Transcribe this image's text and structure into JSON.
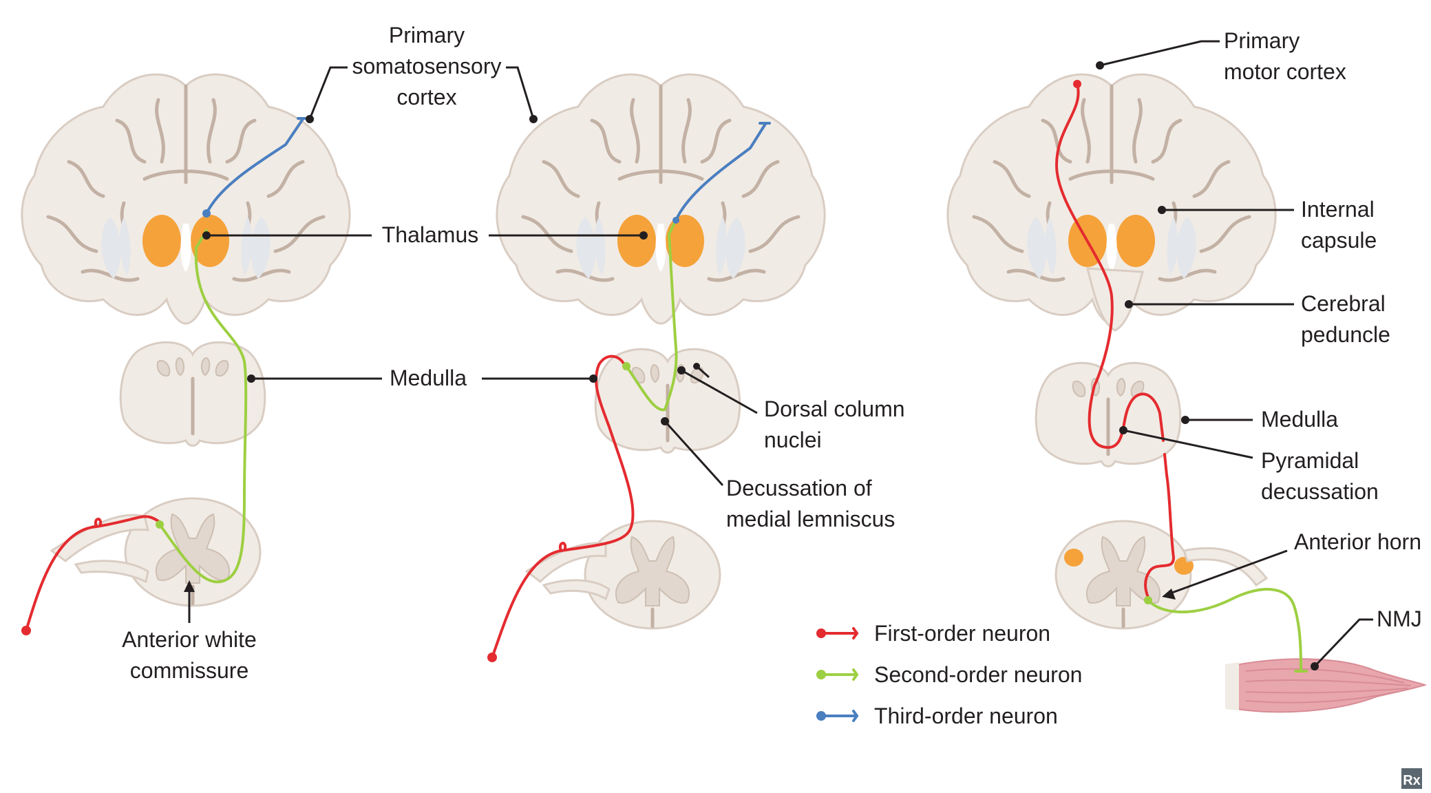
{
  "colors": {
    "first_order": "#e42b2f",
    "second_order": "#9dcf42",
    "third_order": "#4a7fc0",
    "thalamus": "#f5a23a",
    "tissue": "#f1ebe5",
    "muscle": "#e8a6ad"
  },
  "labels": {
    "somatosensory_line1": "Primary",
    "somatosensory_line2": "somatosensory",
    "somatosensory_line3": "cortex",
    "thalamus": "Thalamus",
    "medulla_shared": "Medulla",
    "dorsal_column_line1": "Dorsal column",
    "dorsal_column_line2": "nuclei",
    "decussation_ml_line1": "Decussation of",
    "decussation_ml_line2": "medial lemniscus",
    "anterior_white_line1": "Anterior white",
    "anterior_white_line2": "commissure",
    "motor_cortex_line1": "Primary",
    "motor_cortex_line2": "motor cortex",
    "internal_capsule_line1": "Internal",
    "internal_capsule_line2": "capsule",
    "cerebral_peduncle_line1": "Cerebral",
    "cerebral_peduncle_line2": "peduncle",
    "medulla_right": "Medulla",
    "pyramidal_line1": "Pyramidal",
    "pyramidal_line2": "decussation",
    "anterior_horn": "Anterior horn",
    "nmj": "NMJ"
  },
  "legend": [
    {
      "label": "First-order neuron",
      "color": "#e42b2f"
    },
    {
      "label": "Second-order neuron",
      "color": "#9dcf42"
    },
    {
      "label": "Third-order neuron",
      "color": "#4a7fc0"
    }
  ],
  "logo_text": "Rx",
  "icons": {
    "logo": "rx-logo-icon"
  }
}
